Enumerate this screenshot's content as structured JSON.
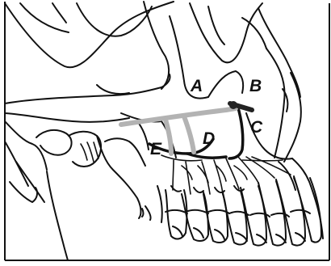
{
  "diagram": {
    "labels": {
      "a": "A",
      "b": "B",
      "c": "C",
      "d": "D",
      "e": "E"
    },
    "colors": {
      "outline": "#111111",
      "nerve": "#111111",
      "probe": "#b3b3b3",
      "needle": "#222222",
      "background": "#ffffff"
    }
  }
}
